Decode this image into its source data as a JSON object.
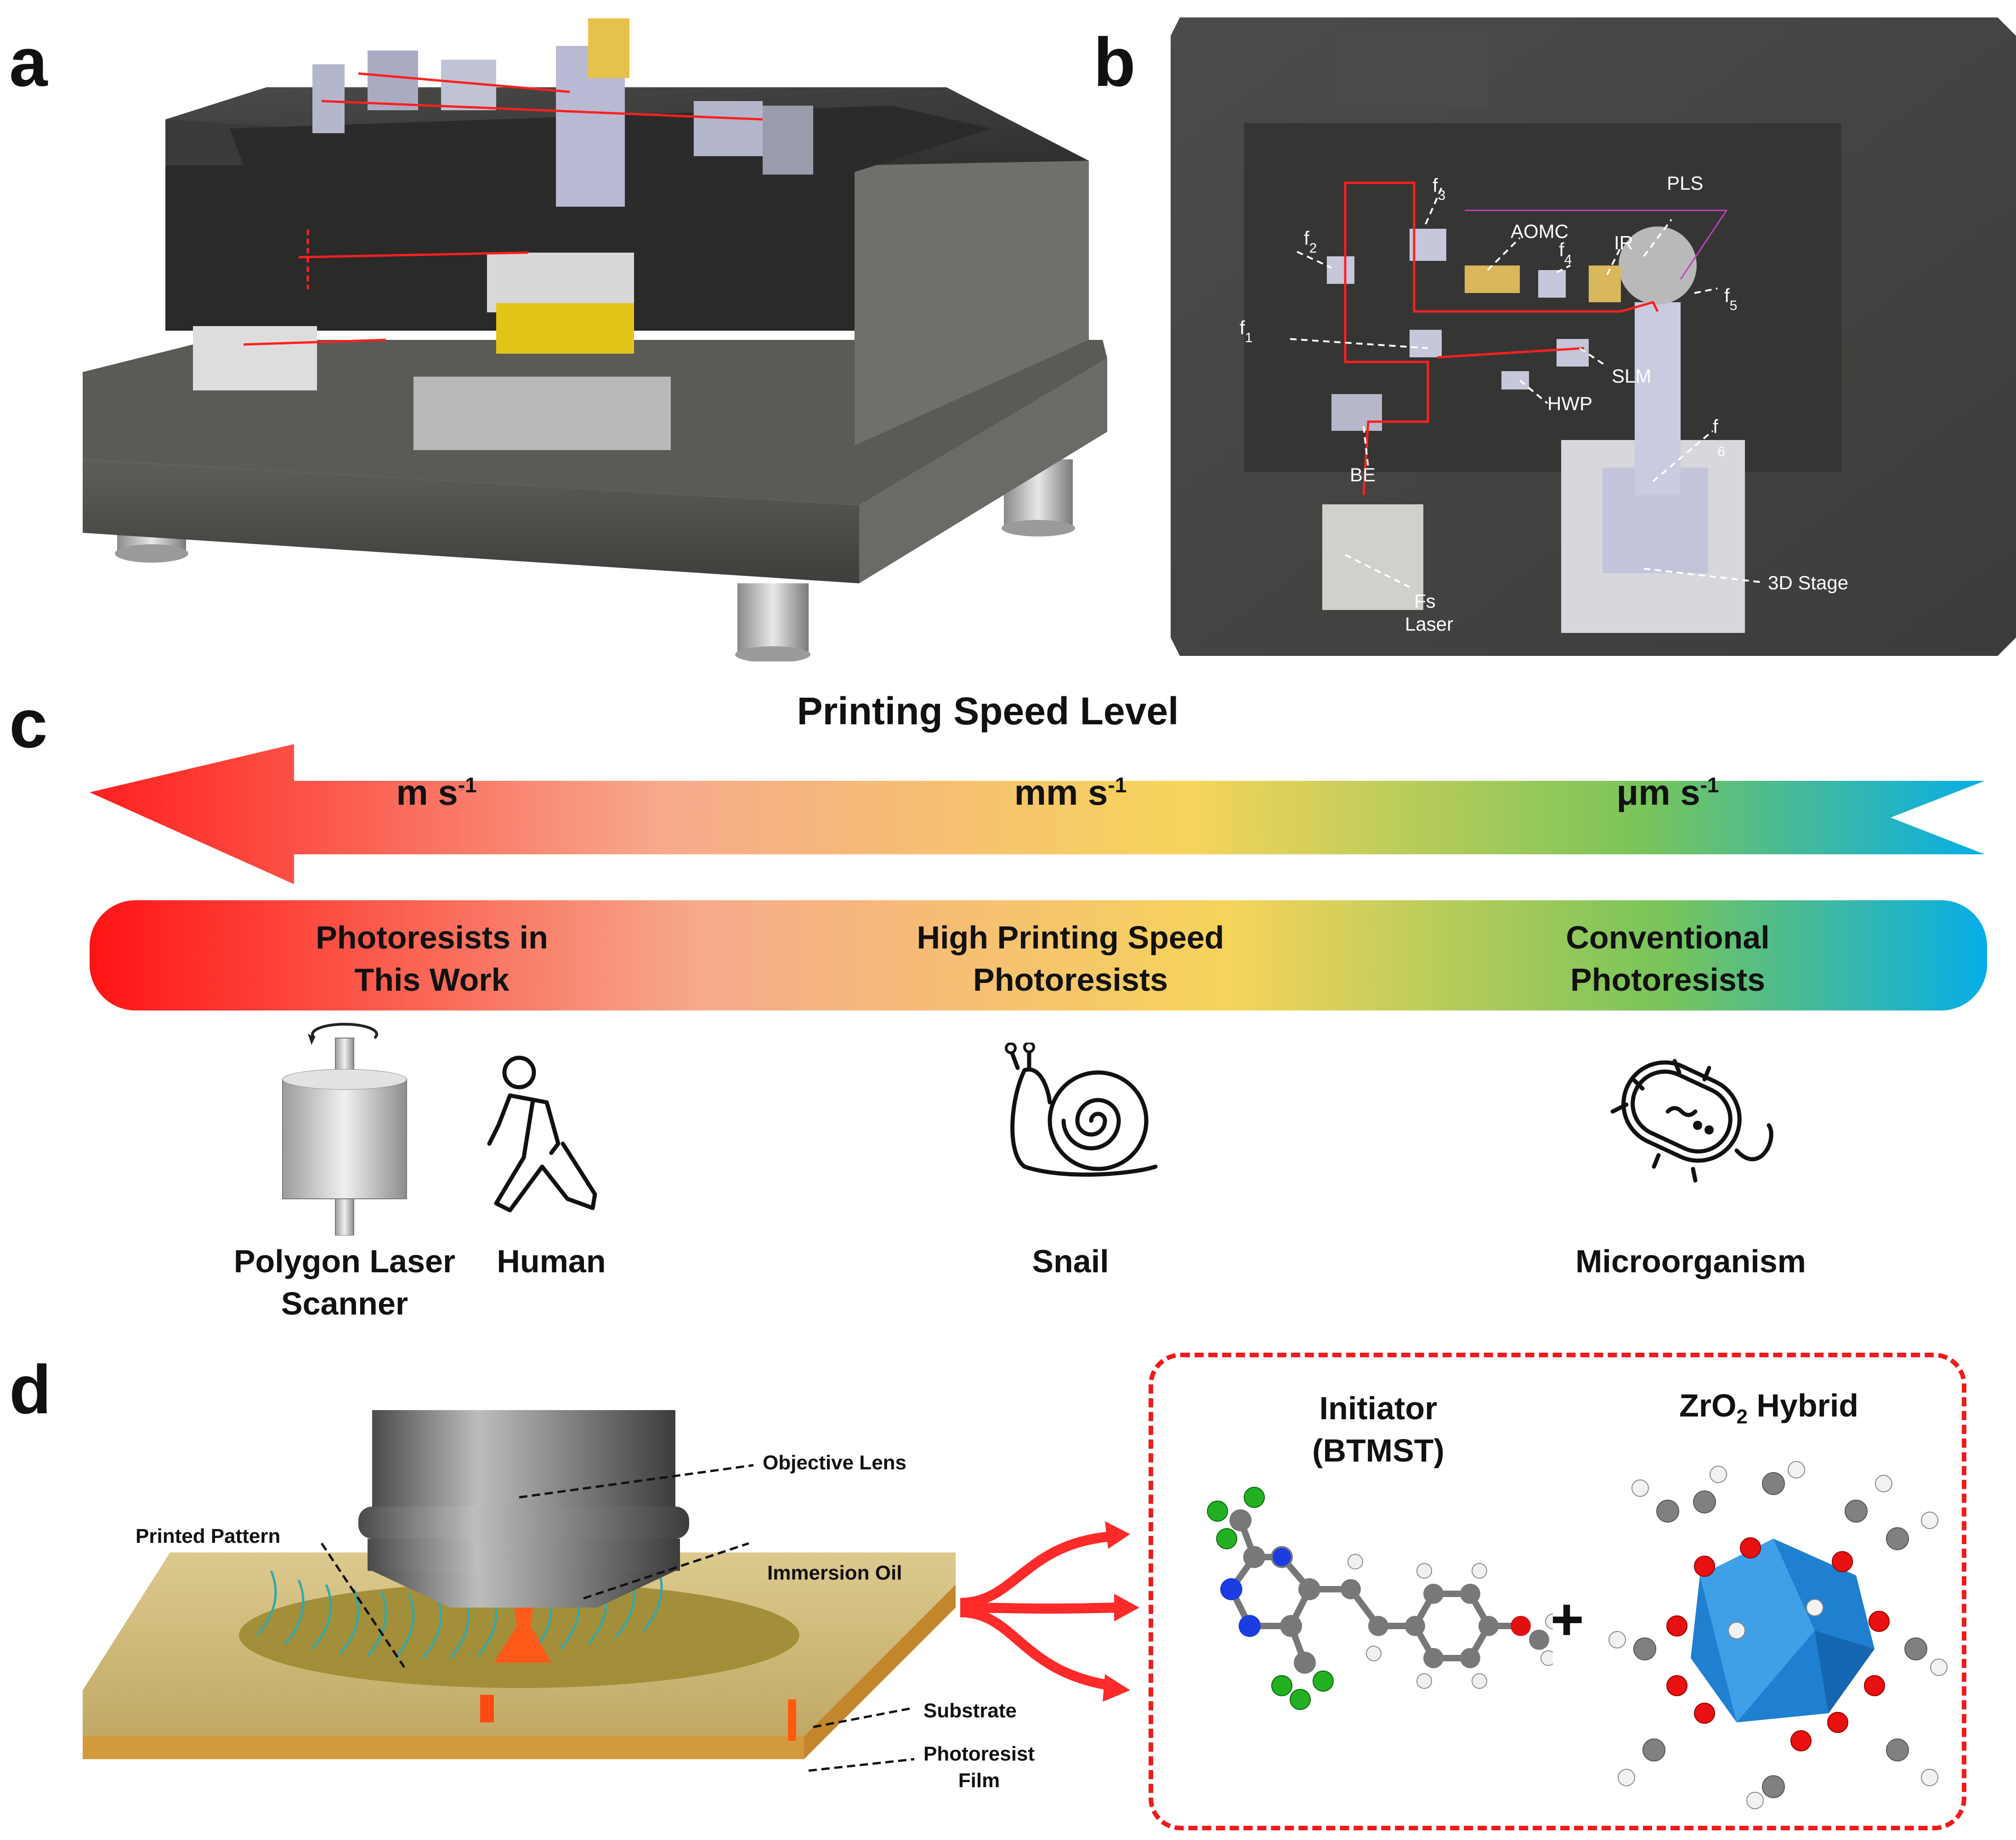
{
  "panels": {
    "a": {
      "letter": "a"
    },
    "b": {
      "letter": "b",
      "labels": {
        "f3": "f",
        "f3_sub": "3",
        "aomc": "AOMC",
        "f4": "f",
        "f4_sub": "4",
        "ir": "IR",
        "pls": "PLS",
        "f2": "f",
        "f2_sub": "2",
        "f5": "f",
        "f5_sub": "5",
        "f1": "f",
        "f1_sub": "1",
        "slm": "SLM",
        "hwp": "HWP",
        "f6": "f",
        "f6_sub": "6",
        "be": "BE",
        "fs_laser_1": "Fs",
        "fs_laser_2": "Laser",
        "stage": "3D Stage"
      }
    },
    "c": {
      "letter": "c",
      "title": "Printing Speed Level",
      "speed_fast": "m s",
      "speed_fast_sup": "-1",
      "speed_mid": "mm s",
      "speed_mid_sup": "-1",
      "speed_slow": "μm s",
      "speed_slow_sup": "-1",
      "band_left_1": "Photoresists in",
      "band_left_2": "This Work",
      "band_mid_1": "High Printing Speed",
      "band_mid_2": "Photoresists",
      "band_right_1": "Conventional",
      "band_right_2": "Photoresists",
      "icon_pls_1": "Polygon Laser",
      "icon_pls_2": "Scanner",
      "icon_human": "Human",
      "icon_snail": "Snail",
      "icon_micro": "Microorganism",
      "colors": {
        "red": "#ff2222",
        "orange": "#f6a878",
        "yellow": "#f7d35a",
        "green": "#7cc35a",
        "blue": "#0eb0e8"
      }
    },
    "d": {
      "letter": "d",
      "objective": "Objective Lens",
      "printed": "Printed Pattern",
      "oil": "Immersion Oil",
      "substrate": "Substrate",
      "film_1": "Photoresist",
      "film_2": "Film",
      "initiator_1": "Initiator",
      "initiator_2": "(BTMST)",
      "hybrid_pre": "ZrO",
      "hybrid_sub": "2",
      "hybrid_post": " Hybrid",
      "plus": "+"
    }
  }
}
